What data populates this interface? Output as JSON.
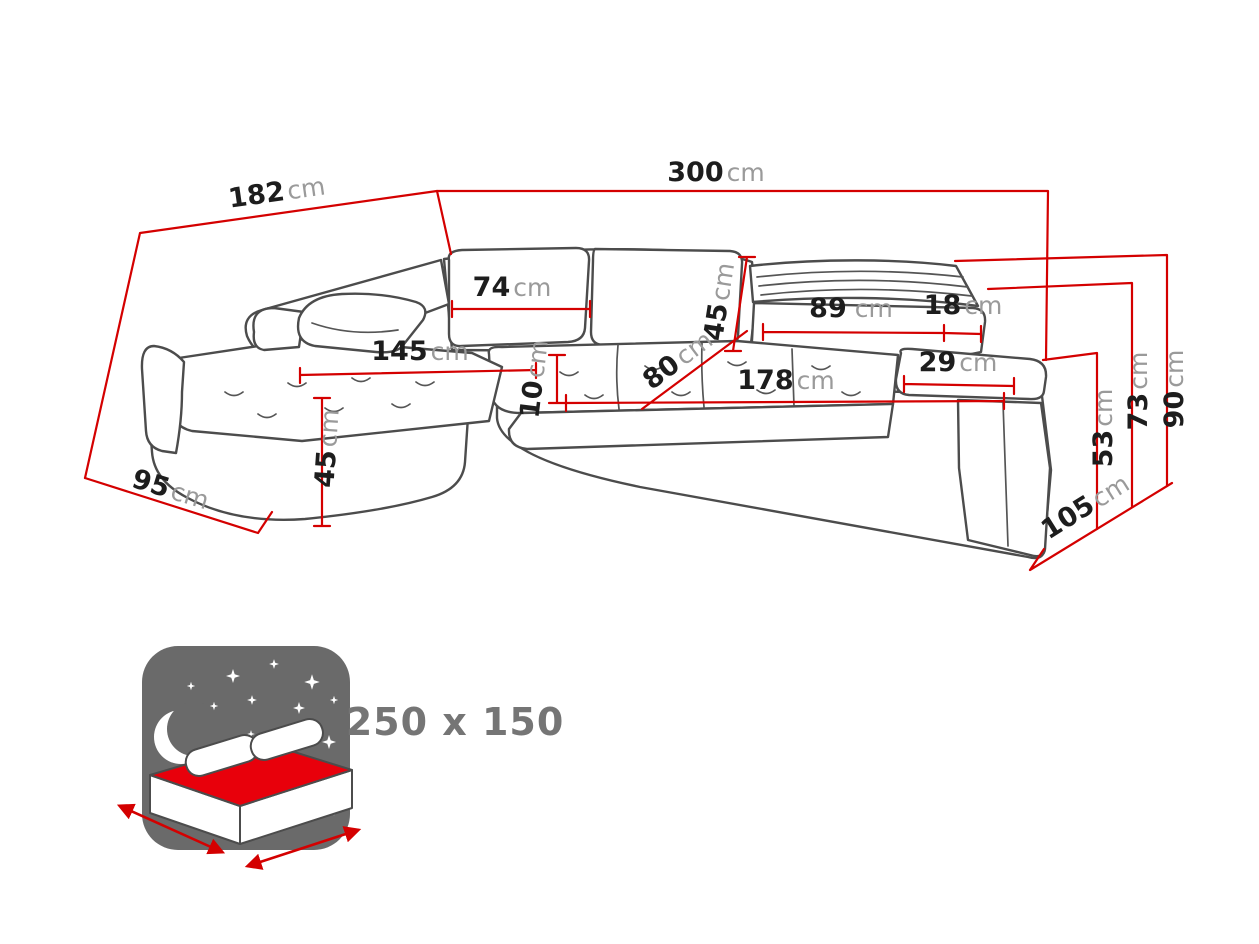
{
  "dims": {
    "total_width": {
      "value": "300",
      "unit": "cm"
    },
    "depth_left": {
      "value": "182",
      "unit": "cm"
    },
    "back_cushion_left": {
      "value": "74",
      "unit": "cm"
    },
    "chaise_length": {
      "value": "145",
      "unit": "cm"
    },
    "back_cushion_height": {
      "value": "45",
      "unit": "cm"
    },
    "back_cushion_right": {
      "value": "89",
      "unit": "cm"
    },
    "headrest_depth": {
      "value": "18",
      "unit": "cm"
    },
    "armrest_width": {
      "value": "29",
      "unit": "cm"
    },
    "seat_depth": {
      "value": "80",
      "unit": "cm"
    },
    "seat_cushion_height": {
      "value": "10",
      "unit": "cm"
    },
    "seat_length": {
      "value": "178",
      "unit": "cm"
    },
    "chaise_height": {
      "value": "45",
      "unit": "cm"
    },
    "chaise_width": {
      "value": "95",
      "unit": "cm"
    },
    "total_height": {
      "value": "90",
      "unit": "cm"
    },
    "backrest_height": {
      "value": "73",
      "unit": "cm"
    },
    "armrest_height": {
      "value": "53",
      "unit": "cm"
    },
    "depth_right": {
      "value": "105",
      "unit": "cm"
    }
  },
  "sleeping_area": {
    "size_label": "250 x 150"
  },
  "colors": {
    "dimension_line": "#d40000",
    "outline": "#4c4c4c",
    "icon_background": "#6a6a6a",
    "mattress_top": "#e8000b",
    "label_number": "#1d1d1d",
    "label_unit": "#9a9a9a",
    "size_label": "#757575"
  }
}
